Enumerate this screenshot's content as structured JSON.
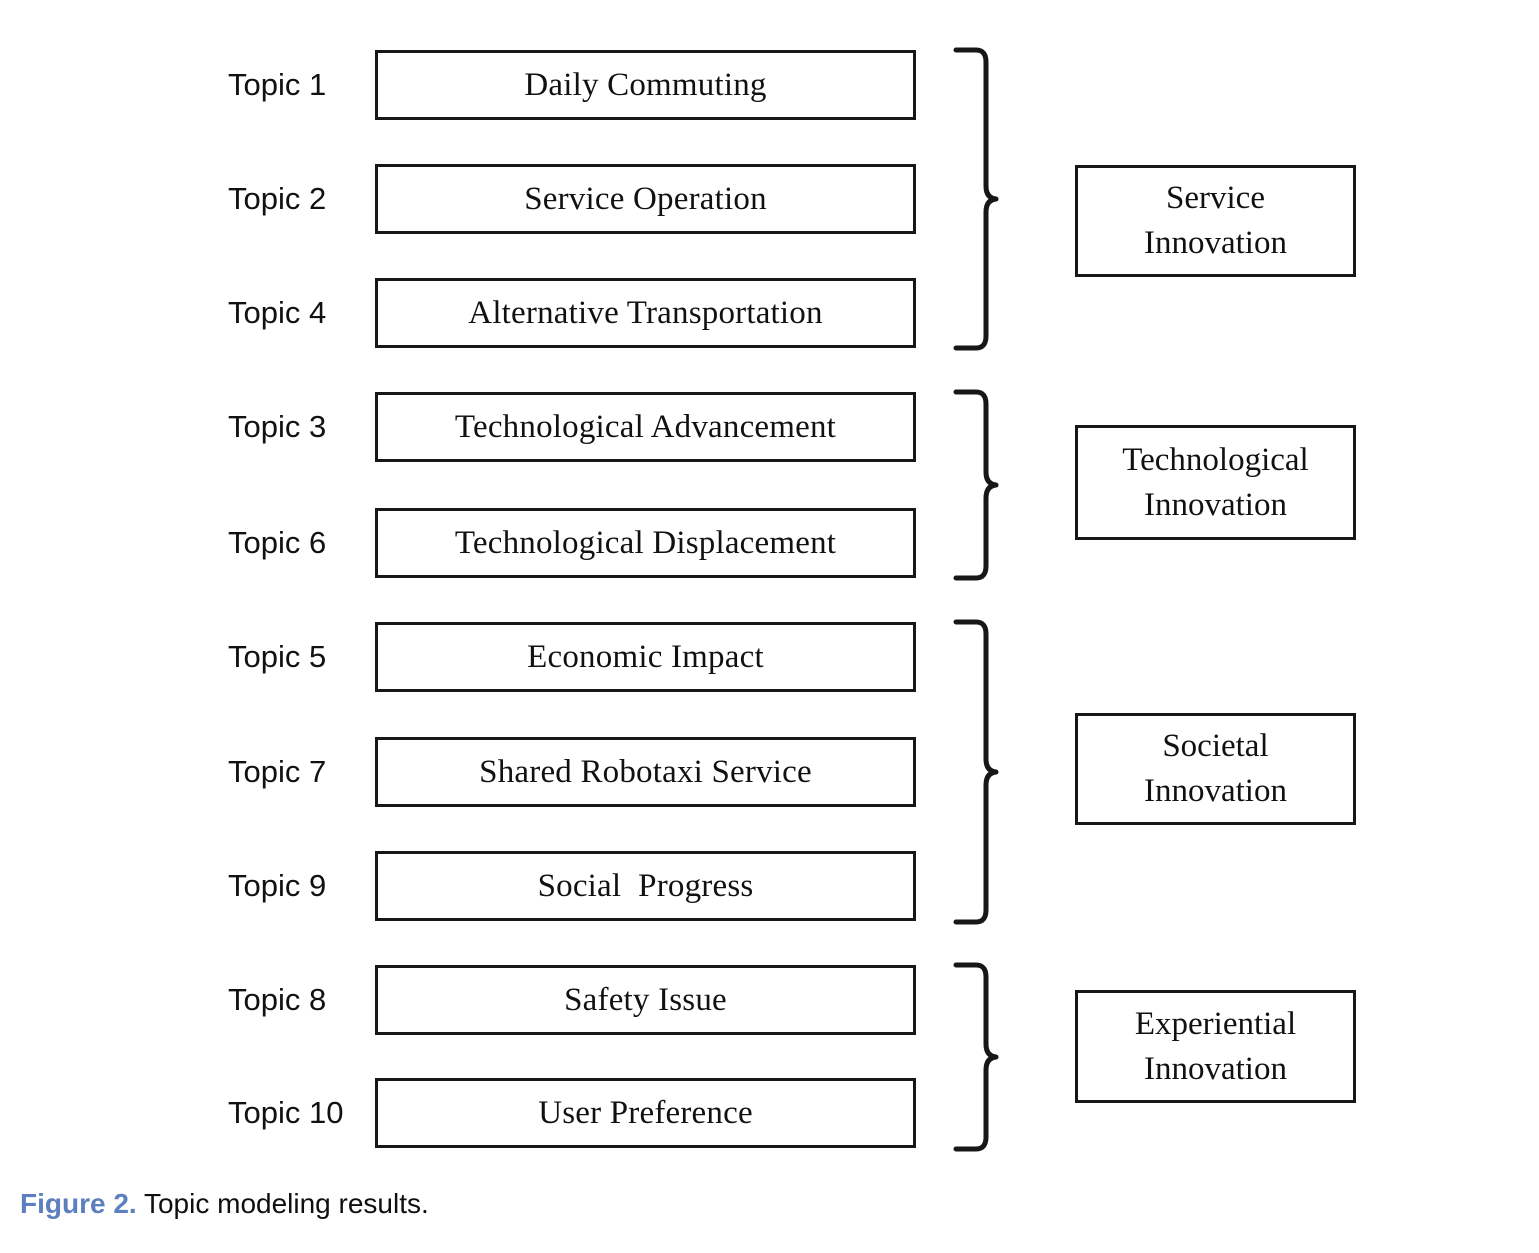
{
  "figure": {
    "caption_prefix": "Figure 2.",
    "caption_text": " Topic modeling results.",
    "accent_color": "#5c7fbf",
    "line_color": "#17171a",
    "background_color": "#ffffff"
  },
  "diagram": {
    "type": "grouped-mapping-diagram",
    "brace_glyph": "right-curly-brace",
    "groups": [
      {
        "id": "group-service",
        "category": "Service\nInnovation",
        "category_line1": "Service",
        "category_line2": "Innovation",
        "topics": [
          {
            "label": "Topic 1",
            "name": "Daily Commuting"
          },
          {
            "label": "Topic 2",
            "name": "Service Operation"
          },
          {
            "label": "Topic 4",
            "name": "Alternative Transportation"
          }
        ]
      },
      {
        "id": "group-technological",
        "category": "Technological\nInnovation",
        "category_line1": "Technological",
        "category_line2": "Innovation",
        "topics": [
          {
            "label": "Topic 3",
            "name": "Technological Advancement"
          },
          {
            "label": "Topic 6",
            "name": "Technological Displacement"
          }
        ]
      },
      {
        "id": "group-societal",
        "category": "Societal\nInnovation",
        "category_line1": "Societal",
        "category_line2": "Innovation",
        "topics": [
          {
            "label": "Topic 5",
            "name": "Economic Impact"
          },
          {
            "label": "Topic 7",
            "name": "Shared Robotaxi Service"
          },
          {
            "label": "Topic 9",
            "name": "Social  Progress"
          }
        ]
      },
      {
        "id": "group-experiential",
        "category": "Experiential\nInnovation",
        "category_line1": "Experiential",
        "category_line2": "Innovation",
        "topics": [
          {
            "label": "Topic 8",
            "name": "Safety Issue"
          },
          {
            "label": "Topic 10",
            "name": "User Preference"
          }
        ]
      }
    ]
  }
}
